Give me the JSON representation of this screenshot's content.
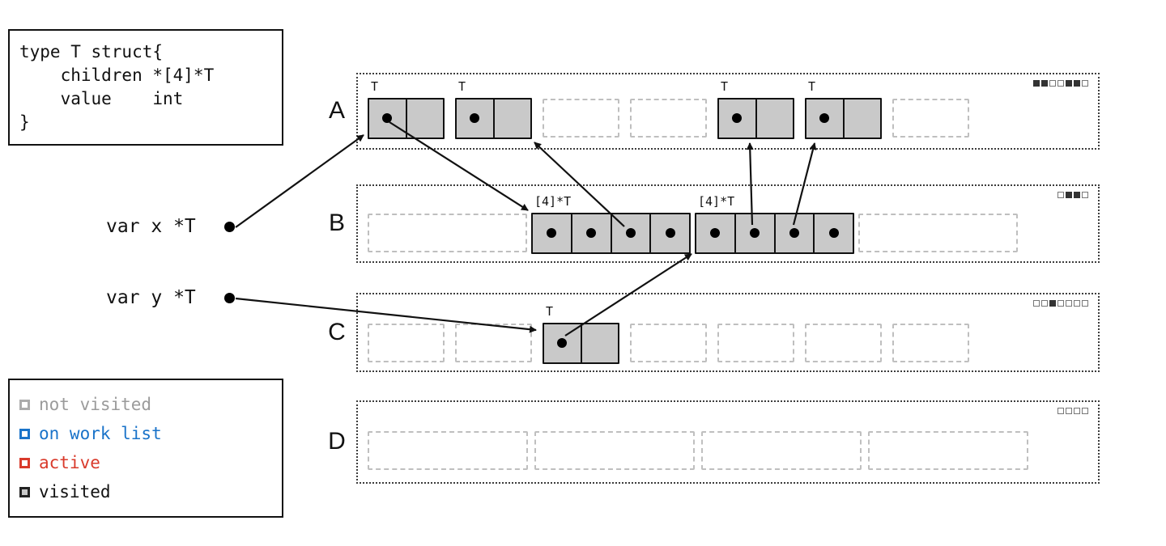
{
  "code_box": {
    "lines": [
      "type T struct{",
      "    children *[4]*T",
      "    value    int",
      "}"
    ]
  },
  "legend": {
    "items": [
      {
        "label": "not visited",
        "swatch_border": "#ababab",
        "swatch_fill": "#ffffff",
        "text_color": "#9b9b9b"
      },
      {
        "label": "on work list",
        "swatch_border": "#1a73c9",
        "swatch_fill": "#ffffff",
        "text_color": "#1a73c9"
      },
      {
        "label": "active",
        "swatch_border": "#d93a2b",
        "swatch_fill": "#ffffff",
        "text_color": "#d93a2b"
      },
      {
        "label": "visited",
        "swatch_border": "#222222",
        "swatch_fill": "#c9c9c9",
        "text_color": "#111111"
      }
    ]
  },
  "pointers": [
    {
      "label": "var x *T"
    },
    {
      "label": "var y *T"
    }
  ],
  "regions": [
    {
      "label": "A",
      "indicator": [
        1,
        1,
        0,
        0,
        1,
        1,
        0
      ],
      "slots": [
        {
          "kind": "object",
          "type_label": "T",
          "cells": 2,
          "pointer_cells": [
            0
          ],
          "status": "visited"
        },
        {
          "kind": "object",
          "type_label": "T",
          "cells": 2,
          "pointer_cells": [
            0
          ],
          "status": "visited"
        },
        {
          "kind": "free"
        },
        {
          "kind": "free"
        },
        {
          "kind": "object",
          "type_label": "T",
          "cells": 2,
          "pointer_cells": [
            0
          ],
          "status": "visited"
        },
        {
          "kind": "object",
          "type_label": "T",
          "cells": 2,
          "pointer_cells": [
            0
          ],
          "status": "visited"
        },
        {
          "kind": "free"
        }
      ]
    },
    {
      "label": "B",
      "indicator": [
        0,
        1,
        1,
        0
      ],
      "slots": [
        {
          "kind": "free"
        },
        {
          "kind": "object",
          "type_label": "[4]*T",
          "cells": 4,
          "pointer_cells": [
            0,
            1,
            2,
            3
          ],
          "status": "visited"
        },
        {
          "kind": "object",
          "type_label": "[4]*T",
          "cells": 4,
          "pointer_cells": [
            0,
            1,
            2,
            3
          ],
          "status": "visited"
        },
        {
          "kind": "free"
        }
      ]
    },
    {
      "label": "C",
      "indicator": [
        0,
        0,
        1,
        0,
        0,
        0,
        0
      ],
      "slots": [
        {
          "kind": "free"
        },
        {
          "kind": "free"
        },
        {
          "kind": "object",
          "type_label": "T",
          "cells": 2,
          "pointer_cells": [
            0
          ],
          "status": "visited"
        },
        {
          "kind": "free"
        },
        {
          "kind": "free"
        },
        {
          "kind": "free"
        },
        {
          "kind": "free"
        }
      ]
    },
    {
      "label": "D",
      "indicator": [
        0,
        0,
        0,
        0
      ],
      "slots": [
        {
          "kind": "free"
        },
        {
          "kind": "free"
        },
        {
          "kind": "free"
        },
        {
          "kind": "free"
        }
      ]
    }
  ],
  "pointer_edges": [
    {
      "from": "var x",
      "to": "region A object 1"
    },
    {
      "from": "region A object 1",
      "to": "region B array 1"
    },
    {
      "from": "region B array 1 cell 3",
      "to": "region A object 2"
    },
    {
      "from": "region B array 2 cell 2",
      "to": "region A object 3"
    },
    {
      "from": "region B array 2 cell 3",
      "to": "region A object 4"
    },
    {
      "from": "var y",
      "to": "region C object 1"
    },
    {
      "from": "region C object 1",
      "to": "region B array 2"
    }
  ],
  "colors": {
    "visited_fill": "#c9c9c9",
    "object_border": "#111111",
    "free_border": "#bfbfbf",
    "indicator_filled": "#333333",
    "arrow": "#111111"
  }
}
